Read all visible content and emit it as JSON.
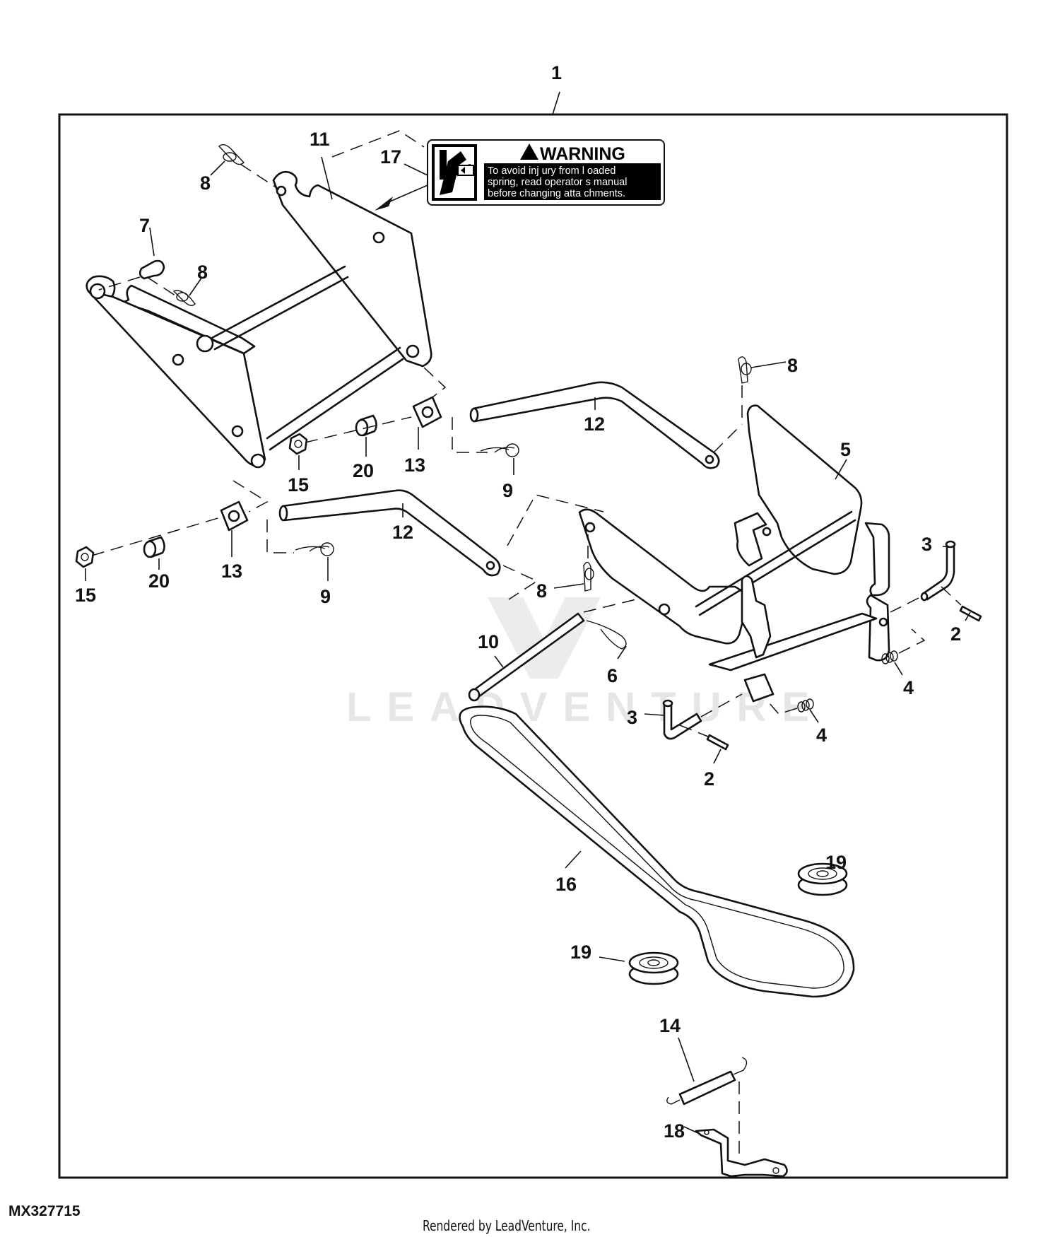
{
  "figure": {
    "id": "MX327715",
    "footer": "Rendered by LeadVenture, Inc.",
    "watermark": "LEADVENTURE"
  },
  "decal": {
    "heading": "WARNING",
    "lines": [
      "To avoid inj ury from l oaded",
      "spring,  read operator s manual",
      "before changing atta  chments."
    ]
  },
  "callouts": [
    {
      "id": "c1",
      "label": "1"
    },
    {
      "id": "c11",
      "label": "11"
    },
    {
      "id": "c17",
      "label": "17"
    },
    {
      "id": "c8a",
      "label": "8"
    },
    {
      "id": "c7",
      "label": "7"
    },
    {
      "id": "c8b",
      "label": "8"
    },
    {
      "id": "c8c",
      "label": "8"
    },
    {
      "id": "c12a",
      "label": "12"
    },
    {
      "id": "c5",
      "label": "5"
    },
    {
      "id": "c15a",
      "label": "15"
    },
    {
      "id": "c20a",
      "label": "20"
    },
    {
      "id": "c13a",
      "label": "13"
    },
    {
      "id": "c9a",
      "label": "9"
    },
    {
      "id": "c12b",
      "label": "12"
    },
    {
      "id": "c3a",
      "label": "3"
    },
    {
      "id": "c15b",
      "label": "15"
    },
    {
      "id": "c20b",
      "label": "20"
    },
    {
      "id": "c13b",
      "label": "13"
    },
    {
      "id": "c9b",
      "label": "9"
    },
    {
      "id": "c8d",
      "label": "8"
    },
    {
      "id": "c2a",
      "label": "2"
    },
    {
      "id": "c10",
      "label": "10"
    },
    {
      "id": "c6",
      "label": "6"
    },
    {
      "id": "c4a",
      "label": "4"
    },
    {
      "id": "c3b",
      "label": "3"
    },
    {
      "id": "c4b",
      "label": "4"
    },
    {
      "id": "c2b",
      "label": "2"
    },
    {
      "id": "c19a",
      "label": "19"
    },
    {
      "id": "c16",
      "label": "16"
    },
    {
      "id": "c19b",
      "label": "19"
    },
    {
      "id": "c14",
      "label": "14"
    },
    {
      "id": "c18",
      "label": "18"
    }
  ]
}
